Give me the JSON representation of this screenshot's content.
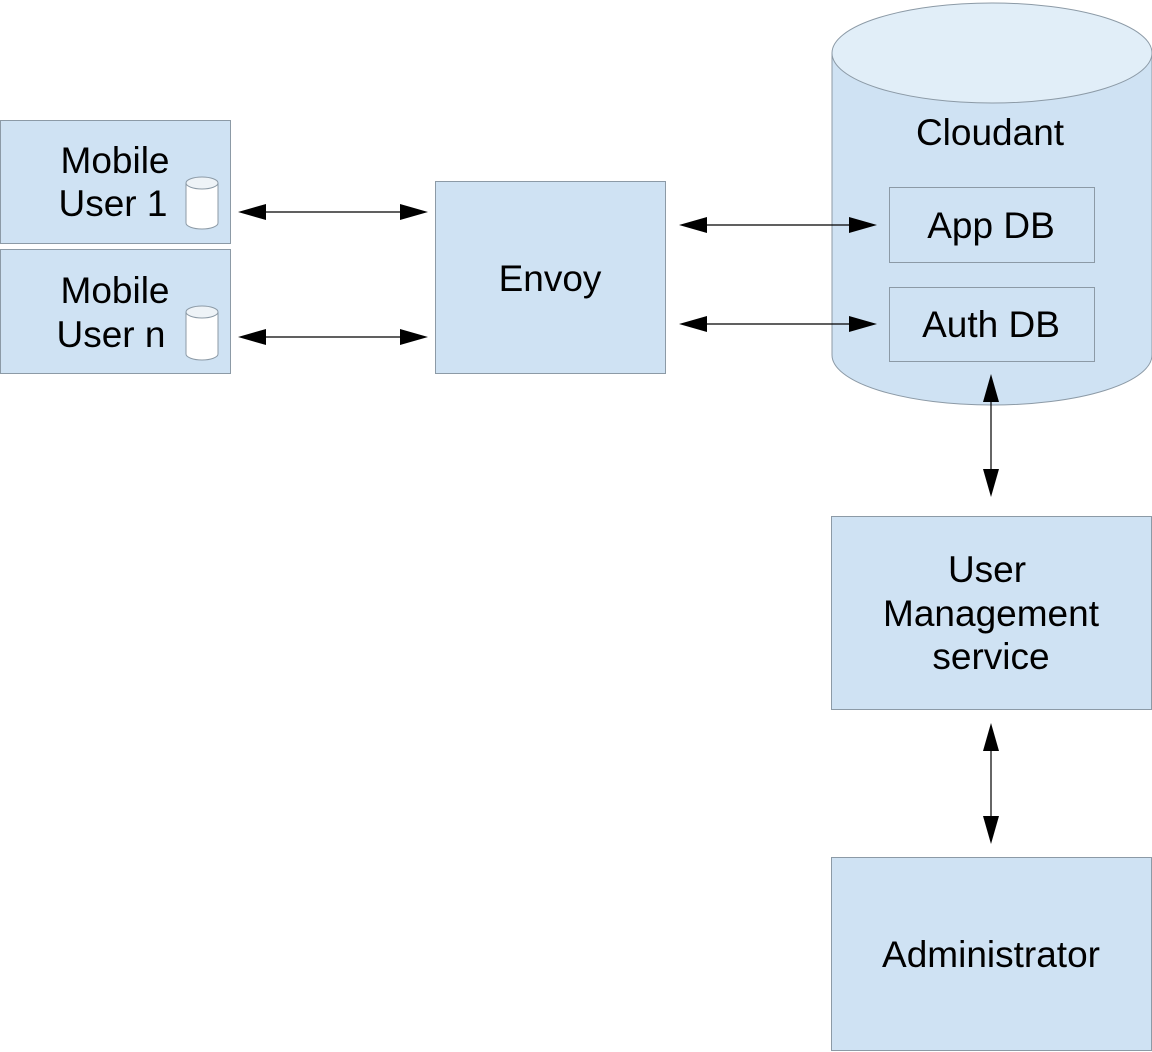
{
  "diagram": {
    "mobile_user_1": {
      "line1": "Mobile",
      "line2": "User 1"
    },
    "mobile_user_n": {
      "line1": "Mobile",
      "line2": "User n"
    },
    "envoy": {
      "label": "Envoy"
    },
    "cloudant": {
      "label": "Cloudant",
      "app_db": "App DB",
      "auth_db": "Auth DB"
    },
    "user_management": {
      "line1": "User",
      "line2": "Management",
      "line3": "service"
    },
    "administrator": {
      "label": "Administrator"
    }
  },
  "colors": {
    "box_fill": "#cfe2f3",
    "box_stroke": "#8c9aa6",
    "cylinder_top": "#e1eef8",
    "arrow": "#000000"
  }
}
